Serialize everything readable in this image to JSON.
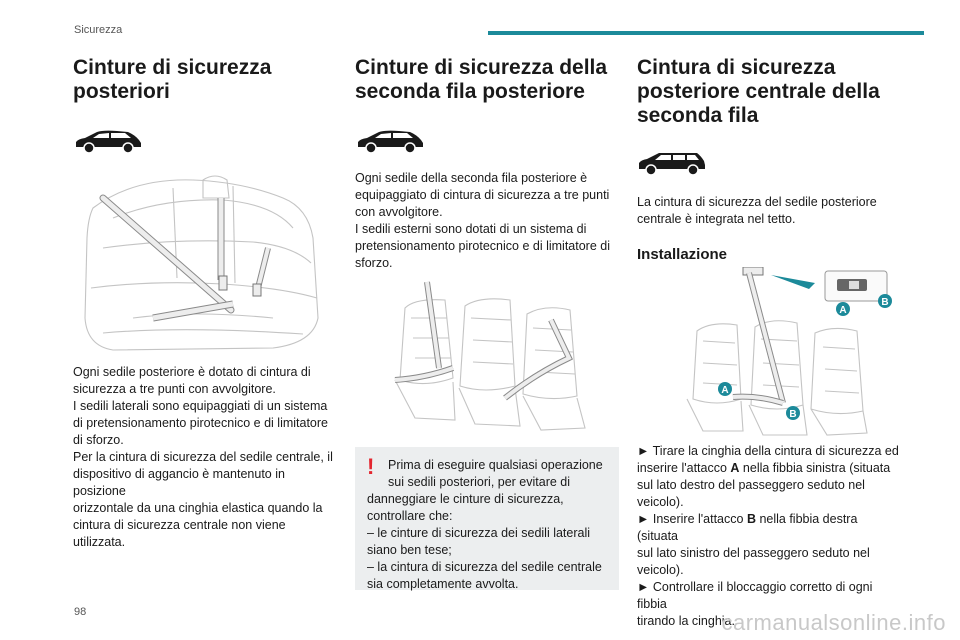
{
  "header": {
    "section": "Sicurezza"
  },
  "footer": {
    "page_number": "98",
    "watermark": "carmanualsonline.info"
  },
  "col1": {
    "title_l1": "Cinture di sicurezza",
    "title_l2": "posteriori",
    "body": [
      "Ogni sedile posteriore è dotato di cintura di",
      "sicurezza a tre punti con avvolgitore.",
      "I sedili laterali sono equipaggiati di un sistema",
      "di pretensionamento pirotecnico e di limitatore",
      "di sforzo.",
      "Per la cintura di sicurezza del sedile centrale, il",
      "dispositivo di aggancio è mantenuto in posizione",
      "orizzontale da una cinghia elastica quando la",
      "cintura di sicurezza centrale non viene utilizzata."
    ]
  },
  "col2": {
    "title_l1": "Cinture di sicurezza della",
    "title_l2": "seconda fila posteriore",
    "body": [
      "Ogni sedile della seconda fila posteriore è",
      "equipaggiato di cintura di sicurezza a tre punti",
      "con avvolgitore.",
      "I sedili esterni sono dotati di un sistema di",
      "pretensionamento pirotecnico e di limitatore di",
      "sforzo."
    ],
    "warning": {
      "mark": "!",
      "lines": [
        "Prima di eseguire qualsiasi operazione",
        "sui sedili posteriori, per evitare di",
        "danneggiare le cinture di sicurezza,",
        "controllare che:",
        "– le cinture di sicurezza dei sedili laterali",
        "siano ben tese;",
        "– la cintura di sicurezza del sedile centrale",
        "sia completamente avvolta."
      ]
    }
  },
  "col3": {
    "title_l1": "Cintura di sicurezza",
    "title_l2": "posteriore centrale della",
    "title_l3": "seconda fila",
    "intro": [
      "La cintura di sicurezza del sedile posteriore",
      "centrale è integrata nel tetto."
    ],
    "subtitle": "Installazione",
    "callouts": {
      "a": "A",
      "b": "B"
    },
    "step1": {
      "pre": "► Tirare la cinghia della cintura di sicurezza ed",
      "l2a": "inserire l'attacco ",
      "bold": "A",
      "l2b": " nella fibbia sinistra (situata",
      "l3": "sul lato destro del passeggero seduto nel",
      "l4": "veicolo)."
    },
    "step2": {
      "l1a": "► Inserire l'attacco ",
      "bold": "B",
      "l1b": " nella fibbia destra (situata",
      "l2": "sul lato sinistro del passeggero seduto nel",
      "l3": "veicolo)."
    },
    "step3": {
      "l1": "► Controllare il bloccaggio corretto di ogni fibbia",
      "l2": "tirando la cinghia."
    }
  },
  "colors": {
    "accent": "#1c8a9a",
    "warning": "#e3262f",
    "callout": "#1c8a9a"
  }
}
